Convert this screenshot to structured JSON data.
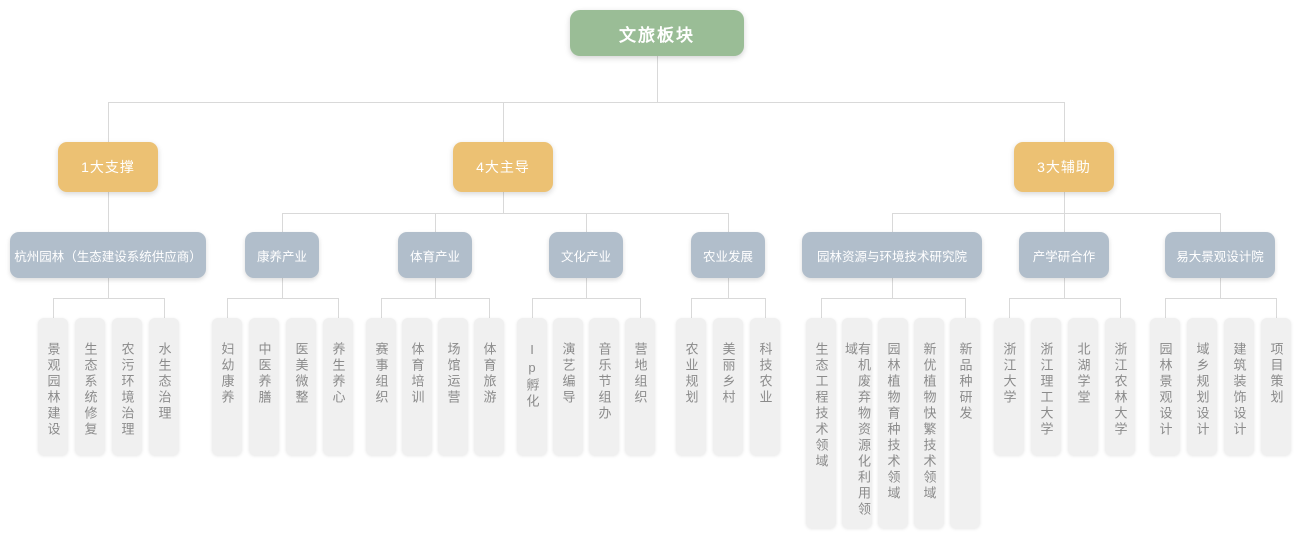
{
  "root": {
    "label": "文旅板块"
  },
  "branches": [
    {
      "label": "1大支撑",
      "children": [
        {
          "label": "杭州园林（生态建设系统供应商）",
          "leaves": [
            "景观园林建设",
            "生态系统修复",
            "农污环境治理",
            "水生态治理"
          ]
        }
      ]
    },
    {
      "label": "4大主导",
      "children": [
        {
          "label": "康养产业",
          "leaves": [
            "妇幼康养",
            "中医养膳",
            "医美微整",
            "养生养心"
          ]
        },
        {
          "label": "体育产业",
          "leaves": [
            "赛事组织",
            "体育培训",
            "场馆运营",
            "体育旅游"
          ]
        },
        {
          "label": "文化产业",
          "leaves": [
            "Ip孵化",
            "演艺编导",
            "音乐节组办",
            "营地组织"
          ]
        },
        {
          "label": "农业发展",
          "leaves": [
            "农业规划",
            "美丽乡村",
            "科技农业"
          ]
        }
      ]
    },
    {
      "label": "3大辅助",
      "children": [
        {
          "label": "园林资源与环境技术研究院",
          "leaves": [
            "生态工程技术领域",
            "有机废弃物资源化利用领域",
            "园林植物育种技术领域",
            "新优植物快繁技术领域",
            "新品种研发"
          ]
        },
        {
          "label": "产学研合作",
          "leaves": [
            "浙江大学",
            "浙江理工大学",
            "北湖学堂",
            "浙江农林大学"
          ]
        },
        {
          "label": "易大景观设计院",
          "leaves": [
            "园林景观设计",
            "域乡规划设计",
            "建筑装饰设计",
            "项目策划"
          ]
        }
      ]
    }
  ],
  "colors": {
    "root_bg": "#9abd96",
    "branch_bg": "#ecc173",
    "category_bg": "#b1becb",
    "leaf_bg": "#f0f0f0",
    "leaf_text": "#8b8b8b",
    "line": "#d9d9d9"
  }
}
